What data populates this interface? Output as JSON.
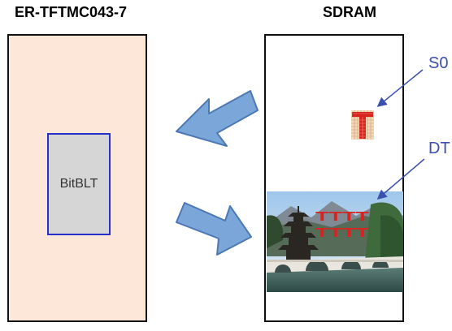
{
  "titles": {
    "left": "ER-TFTMC043-7",
    "right": "SDRAM"
  },
  "panels": {
    "left_fill": "#fde7d9",
    "bitblt_label": "BitBLT"
  },
  "labels": {
    "source": "S0",
    "destination": "DT"
  },
  "colors": {
    "arrow_fill": "#7aa6d9",
    "arrow_stroke": "#4c79b3",
    "bitblt_border": "#2630c9",
    "label_text": "#3b4fb0",
    "glyph_red": "#d8241f"
  },
  "icons": {
    "copy_to_display": "arrow-left-icon",
    "copy_to_memory": "arrow-right-icon",
    "source_bitmap": "letter-t-grid-icon",
    "destination_image": "pagoda-bridge-photo"
  },
  "photo_overlay_text": "TTTT"
}
